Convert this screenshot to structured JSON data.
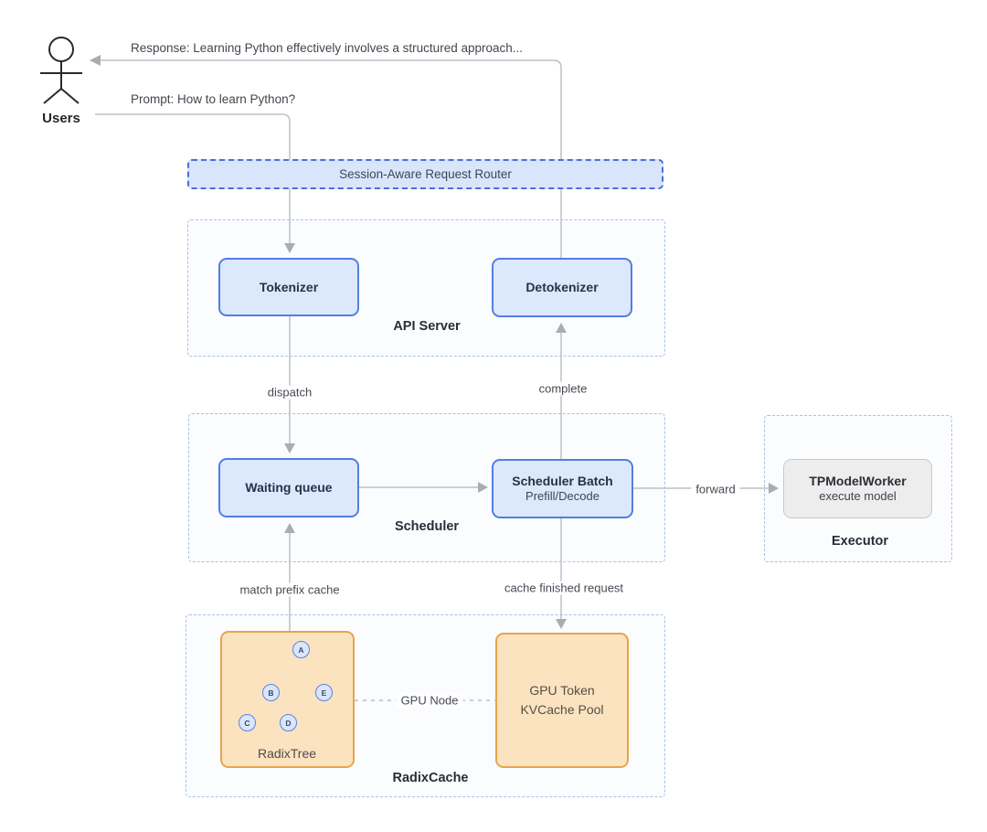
{
  "user": {
    "label": "Users"
  },
  "flows": {
    "response": "Response: Learning Python effectively involves a structured approach...",
    "prompt": "Prompt: How to learn Python?"
  },
  "router": {
    "label": "Session-Aware Request Router"
  },
  "api_server": {
    "label": "API Server",
    "tokenizer": "Tokenizer",
    "detokenizer": "Detokenizer"
  },
  "scheduler": {
    "label": "Scheduler",
    "waiting_queue": "Waiting queue",
    "batch_title": "Scheduler Batch",
    "batch_subtitle": "Prefill/Decode"
  },
  "executor": {
    "label": "Executor",
    "worker_title": "TPModelWorker",
    "worker_subtitle": "execute model"
  },
  "radix_cache": {
    "label": "RadixCache",
    "tree_label": "RadixTree",
    "kv_pool": "GPU Token KVCache Pool",
    "tree_nodes": [
      "A",
      "B",
      "E",
      "C",
      "D"
    ]
  },
  "edge_labels": {
    "dispatch": "dispatch",
    "complete": "complete",
    "forward": "forward",
    "match_prefix": "match prefix cache",
    "cache_finished": "cache finished request",
    "gpu_node": "GPU Node"
  },
  "colors": {
    "blue_box_fill": "#dce8fc",
    "blue_box_border": "#537ee0",
    "router_fill": "#d9e5fb",
    "router_border": "#4a6fd8",
    "container_border": "#a9c0ec",
    "orange_box_fill": "#fbe3c0",
    "orange_box_border": "#e8a44c",
    "gray_box_fill": "#ededee",
    "gray_box_border": "#c8c9cc",
    "connector_gray": "#b9bdc2"
  }
}
